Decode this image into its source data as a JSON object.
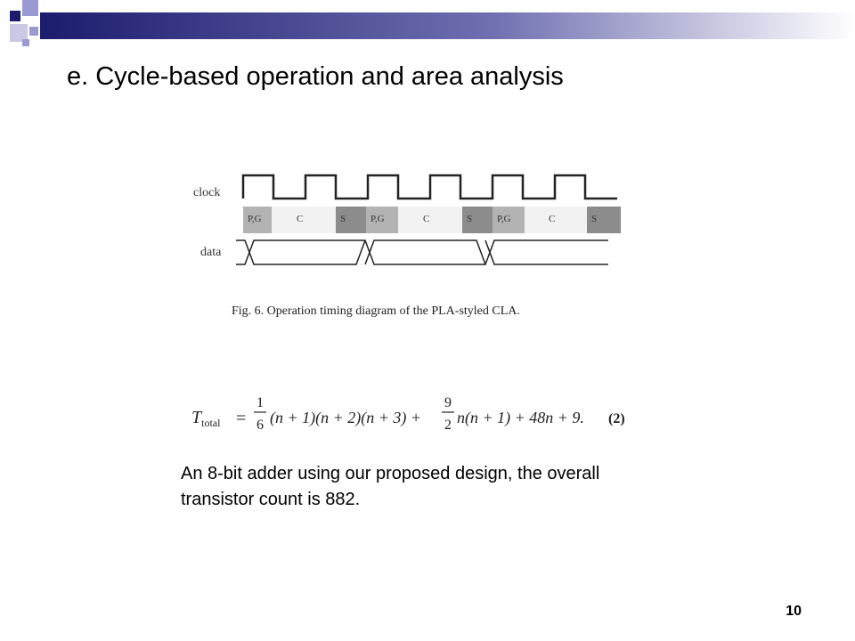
{
  "slide": {
    "title": "e. Cycle-based operation and area analysis",
    "page_number": "10"
  },
  "figure": {
    "signal_clock": "clock",
    "signal_data": "data",
    "phases": [
      {
        "label": "P,G",
        "shade": "#b3b3b3"
      },
      {
        "label": "C",
        "shade": "#f2f2f2"
      },
      {
        "label": "S",
        "shade": "#8c8c8c"
      },
      {
        "label": "P,G",
        "shade": "#b3b3b3"
      },
      {
        "label": "C",
        "shade": "#f2f2f2"
      },
      {
        "label": "S",
        "shade": "#8c8c8c"
      },
      {
        "label": "P,G",
        "shade": "#b3b3b3"
      },
      {
        "label": "C",
        "shade": "#f2f2f2"
      },
      {
        "label": "S",
        "shade": "#8c8c8c"
      }
    ],
    "caption": "Fig. 6.   Operation timing diagram of the PLA-styled CLA."
  },
  "equation": {
    "lhs": "T",
    "lhs_sub": "total",
    "eq": "=",
    "frac1_num": "1",
    "frac1_den": "6",
    "term1": "(n + 1)(n + 2)(n + 3) +",
    "frac2_num": "9",
    "frac2_den": "2",
    "term2": "n(n + 1) + 48n + 9.",
    "number": "(2)"
  },
  "body": {
    "line1": "An 8-bit adder using our proposed design, the overall",
    "line2": "transistor count is 882."
  },
  "colors": {
    "navy": "#1c1c6e",
    "lavender": "#9a9ad2",
    "light_lavender": "#c9c9e6"
  }
}
